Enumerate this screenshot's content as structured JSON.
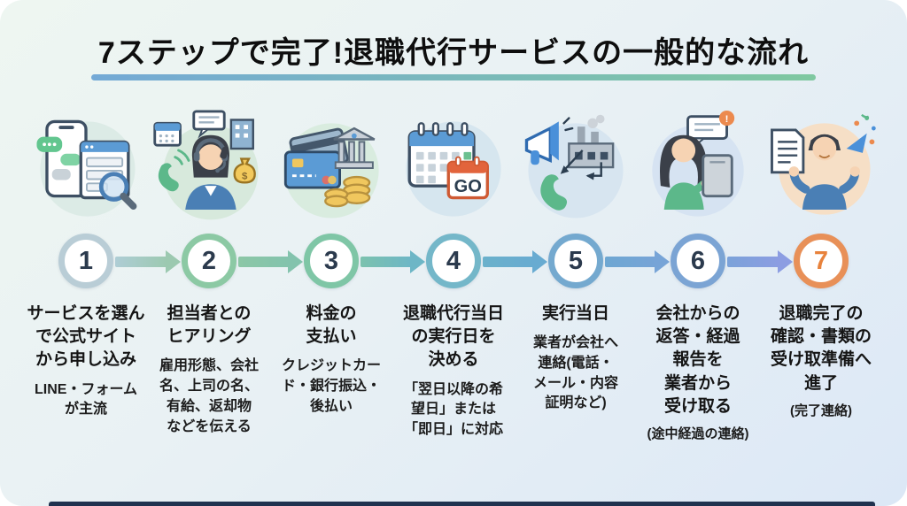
{
  "title": "7ステップで完了!退職代行サービスの一般的な流れ",
  "underline": {
    "color_from": "#74a9d6",
    "color_to": "#7fc8a0"
  },
  "number_text_color": "#2b3a4d",
  "steps": [
    {
      "number": "1",
      "accent": "#b9cdd6",
      "icon": "smartphone-signup-icon",
      "title": "サービスを選ん\nで公式サイト\nから申し込み",
      "subtitle": "LINE・フォーム\nが主流"
    },
    {
      "number": "2",
      "accent": "#8cc9a4",
      "icon": "operator-hearing-icon",
      "title": "担当者との\nヒアリング",
      "subtitle": "雇用形態、会社\n名、上司の名、\n有給、返却物\nなどを伝える"
    },
    {
      "number": "3",
      "accent": "#7fc6a6",
      "icon": "payment-icon",
      "title": "料金の\n支払い",
      "subtitle": "クレジットカー\nド・銀行振込・\n後払い"
    },
    {
      "number": "4",
      "accent": "#74b7c9",
      "icon": "schedule-calendar-icon",
      "title": "退職代行当日\nの実行日を\n決める",
      "subtitle": "「翌日以降の希\n望日」または\n「即日」に対応"
    },
    {
      "number": "5",
      "accent": "#74a9cf",
      "icon": "execution-contact-icon",
      "title": "実行当日",
      "subtitle": "業者が会社へ\n連絡(電話・\nメール・内容\n証明など)"
    },
    {
      "number": "6",
      "accent": "#7ba4d4",
      "icon": "report-tablet-icon",
      "title": "会社からの\n返答・経過\n報告を\n業者から\n受け取る",
      "note": "(途中経過の連絡)"
    },
    {
      "number": "7",
      "accent": "#e89058",
      "number_color": "#e8823c",
      "icon": "completion-celebration-icon",
      "title": "退職完了の\n確認・書類の\n受け取準備へ\n進了",
      "note": "(完了連絡)"
    }
  ]
}
